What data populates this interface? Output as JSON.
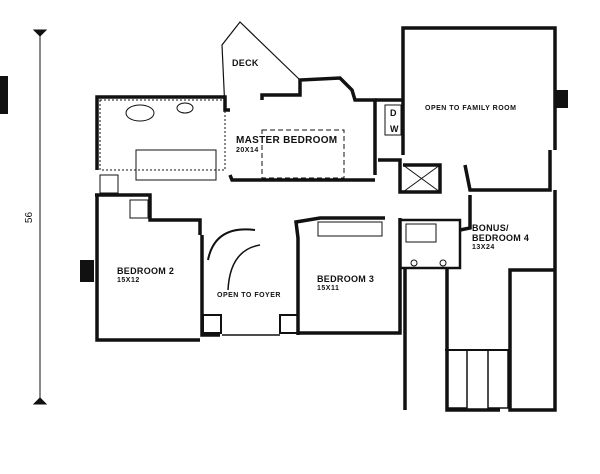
{
  "plan": {
    "overall_dimension": "56",
    "rooms": [
      {
        "name": "DECK"
      },
      {
        "name": "MASTER BEDROOM",
        "size": "20X14"
      },
      {
        "name": "OPEN TO FAMILY ROOM"
      },
      {
        "name": "BEDROOM 2",
        "size": "15X12"
      },
      {
        "name": "OPEN TO FOYER"
      },
      {
        "name": "BEDROOM 3",
        "size": "15X11"
      },
      {
        "name": "BONUS/",
        "name2": "BEDROOM 4",
        "size": "13X24"
      }
    ],
    "appliances": {
      "dryer": "D",
      "washer": "W"
    }
  }
}
